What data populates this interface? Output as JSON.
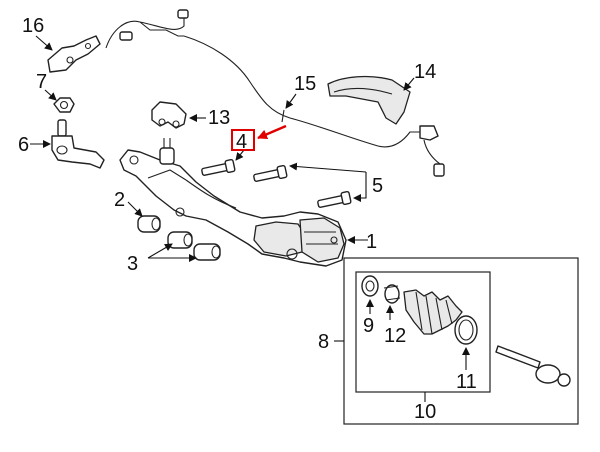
{
  "callouts": {
    "c1": "1",
    "c2": "2",
    "c3": "3",
    "c4": "4",
    "c5": "5",
    "c6": "6",
    "c7": "7",
    "c8": "8",
    "c9": "9",
    "c10": "10",
    "c11": "11",
    "c12": "12",
    "c13": "13",
    "c14": "14",
    "c15": "15",
    "c16": "16"
  },
  "highlighted_callout": "4",
  "colors": {
    "line": "#222222",
    "highlight": "#e00000",
    "background": "#ffffff"
  }
}
